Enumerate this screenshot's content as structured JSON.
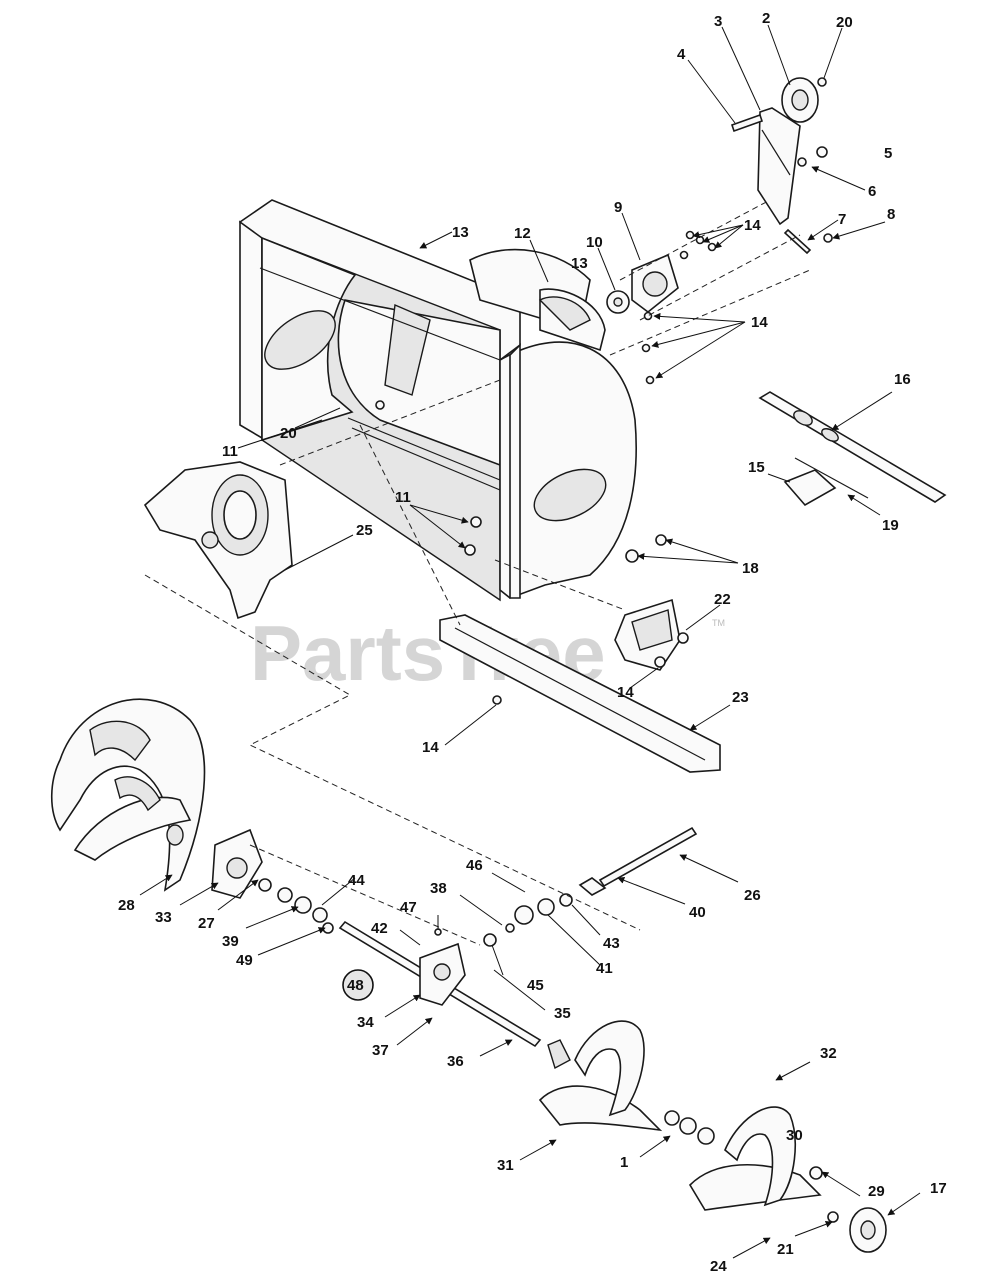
{
  "watermark": "PartsTree",
  "watermark_tm": "TM",
  "callouts": {
    "c1": "1",
    "c2": "2",
    "c3": "3",
    "c4": "4",
    "c5": "5",
    "c6": "6",
    "c7": "7",
    "c8": "8",
    "c9": "9",
    "c10": "10",
    "c11a": "11",
    "c11b": "11",
    "c12": "12",
    "c13a": "13",
    "c13b": "13",
    "c14a": "14",
    "c14b": "14",
    "c14c": "14",
    "c14d": "14",
    "c15": "15",
    "c16": "16",
    "c17": "17",
    "c18": "18",
    "c19": "19",
    "c20a": "20",
    "c20b": "20",
    "c21": "21",
    "c22": "22",
    "c23": "23",
    "c24": "24",
    "c25": "25",
    "c26": "26",
    "c27": "27",
    "c28": "28",
    "c29": "29",
    "c30": "30",
    "c31": "31",
    "c32": "32",
    "c33": "33",
    "c34": "34",
    "c35": "35",
    "c36": "36",
    "c37": "37",
    "c38": "38",
    "c39": "39",
    "c40": "40",
    "c41": "41",
    "c42": "42",
    "c43": "43",
    "c44": "44",
    "c45": "45",
    "c46": "46",
    "c47": "47",
    "c48": "48",
    "c49": "49"
  }
}
